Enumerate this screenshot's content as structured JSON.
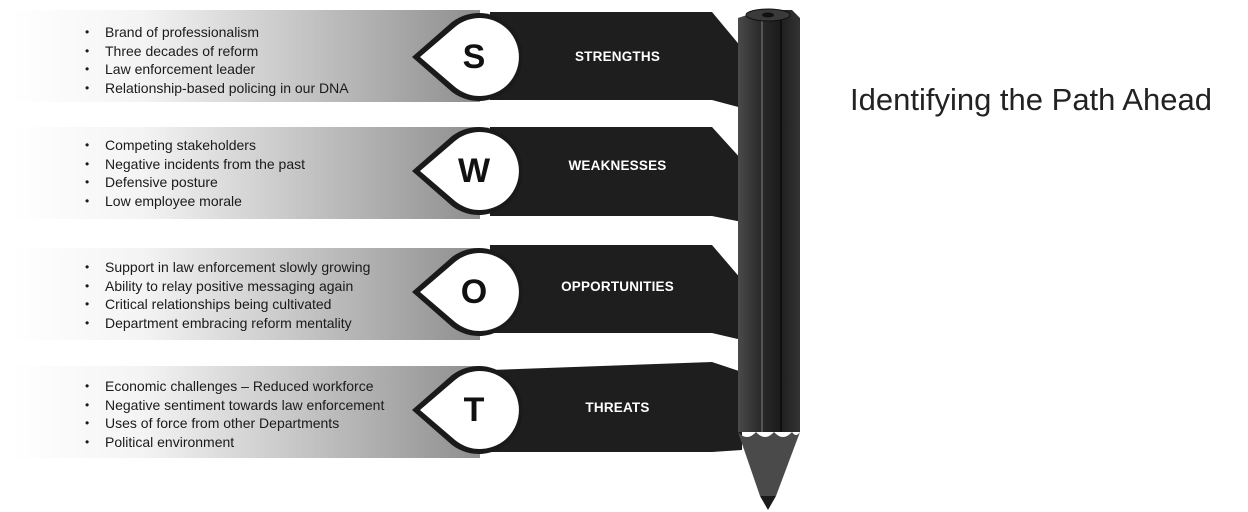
{
  "title": "Identifying the Path Ahead",
  "swot": [
    {
      "letter": "S",
      "label": "STRENGTHS",
      "items": [
        "Brand of professionalism",
        "Three decades of reform",
        "Law enforcement leader",
        "Relationship-based policing in our DNA"
      ]
    },
    {
      "letter": "W",
      "label": "WEAKNESSES",
      "items": [
        "Competing stakeholders",
        "Negative incidents from the past",
        "Defensive posture",
        "Low employee morale"
      ]
    },
    {
      "letter": "O",
      "label": "OPPORTUNITIES",
      "items": [
        "Support in law enforcement slowly growing",
        "Ability to relay positive messaging again",
        "Critical relationships being cultivated",
        "Department embracing reform mentality"
      ]
    },
    {
      "letter": "T",
      "label": "THREATS",
      "items": [
        "Economic challenges – Reduced workforce",
        "Negative sentiment towards law enforcement",
        "Uses of force from other Departments",
        "Political environment"
      ]
    }
  ],
  "colors": {
    "tab": "#1e1e1e",
    "pencil_body": "#2a2a2a",
    "pencil_highlight": "#555555",
    "band_end": "#8e8e8e"
  }
}
